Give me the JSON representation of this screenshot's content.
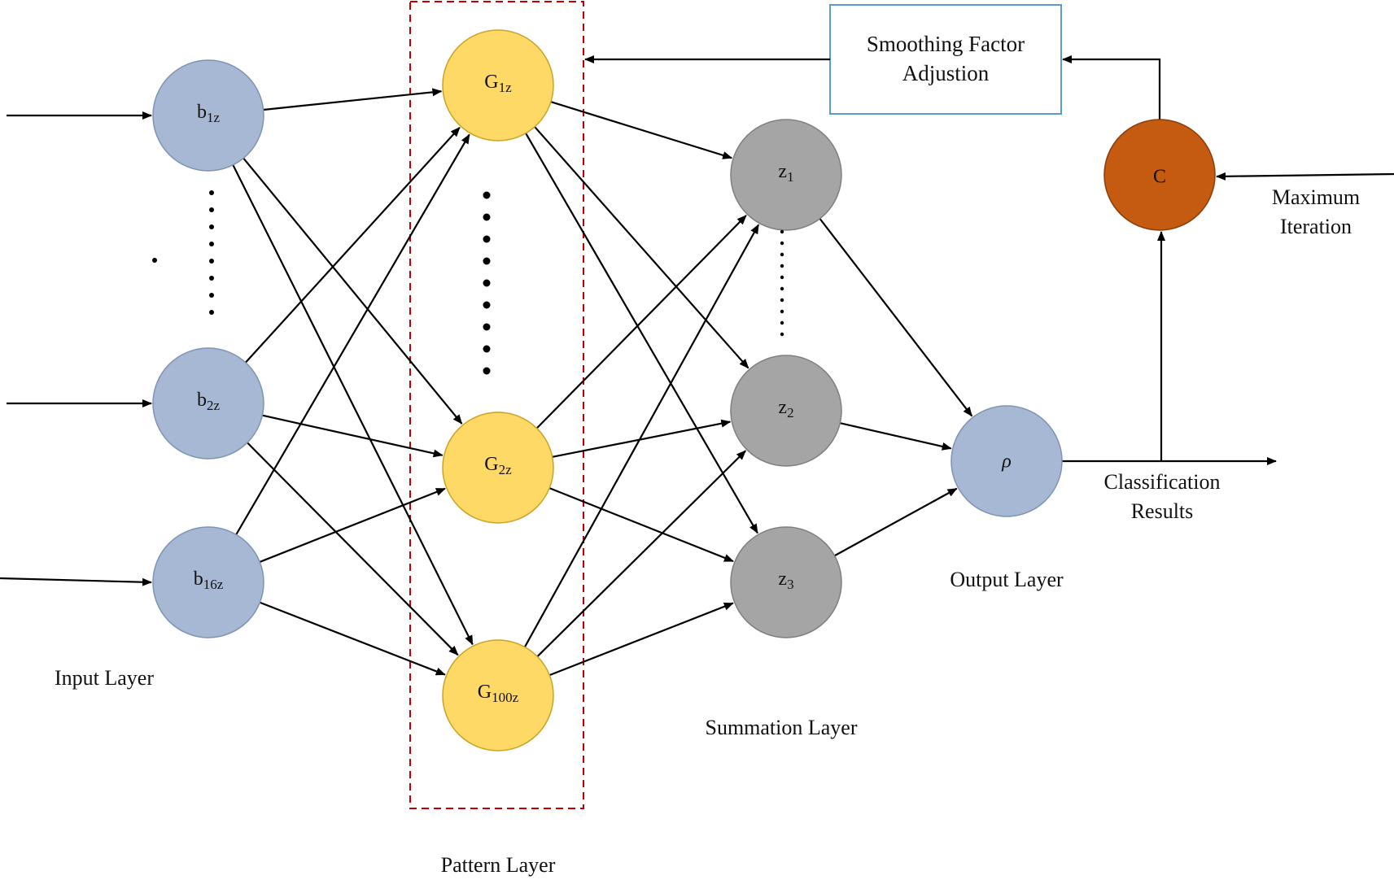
{
  "colors": {
    "input_node": "#A6B8D4",
    "input_node_stroke": "#7F93B2",
    "pattern_node": "#FFD966",
    "pattern_node_stroke": "#C9A227",
    "summation_node": "#A5A5A5",
    "summation_node_stroke": "#7F7F7F",
    "output_node": "#A6B8D4",
    "c_node": "#C55A11",
    "c_node_stroke": "#8A3D0A",
    "pattern_box_stroke": "#C00000",
    "smoothing_box_stroke": "#5B9BD5"
  },
  "nodes": {
    "input": [
      {
        "main": "b",
        "sub": "1z"
      },
      {
        "main": "b",
        "sub": "2z"
      },
      {
        "main": "b",
        "sub": "16z"
      }
    ],
    "pattern": [
      {
        "main": "G",
        "sub": "1z"
      },
      {
        "main": "G",
        "sub": "2z"
      },
      {
        "main": "G",
        "sub": "100z"
      }
    ],
    "summation": [
      {
        "main": "z",
        "sub": "1"
      },
      {
        "main": "z",
        "sub": "2"
      },
      {
        "main": "z",
        "sub": "3"
      }
    ],
    "output": {
      "main": "ρ"
    },
    "c": {
      "main": "C"
    }
  },
  "labels": {
    "input_layer": "Input Layer",
    "pattern_layer": "Pattern Layer",
    "summation_layer": "Summation Layer",
    "output_layer": "Output Layer",
    "smoothing_line1": "Smoothing Factor",
    "smoothing_line2": "Adjustion",
    "max_iter_line1": "Maximum",
    "max_iter_line2": "Iteration",
    "class_line1": "Classification",
    "class_line2": "Results"
  }
}
